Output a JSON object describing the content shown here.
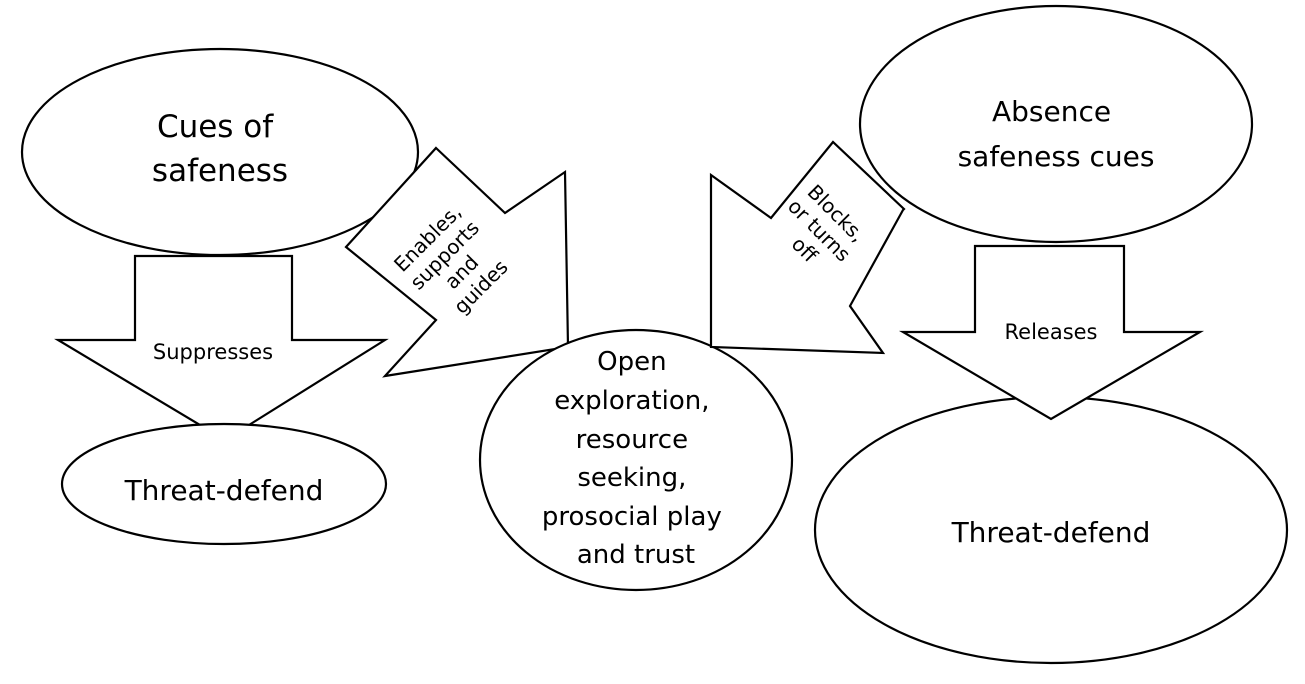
{
  "nodes": {
    "cues_of_safeness": {
      "lines": [
        "Cues of",
        "safeness"
      ]
    },
    "absence_safeness_cues": {
      "lines": [
        "Absence",
        "safeness cues"
      ]
    },
    "threat_defend_left": {
      "lines": [
        "Threat-defend"
      ]
    },
    "threat_defend_right": {
      "lines": [
        "Threat-defend"
      ]
    },
    "open_exploration": {
      "lines": [
        "Open",
        "exploration,",
        "resource",
        "seeking,",
        "prosocial play",
        "and trust"
      ]
    }
  },
  "arrows": {
    "suppresses": {
      "lines": [
        "Suppresses"
      ]
    },
    "releases": {
      "lines": [
        "Releases"
      ]
    },
    "enables": {
      "lines": [
        "Enables,",
        "supports",
        "and",
        "guides"
      ]
    },
    "blocks": {
      "lines": [
        "Blocks,",
        "or turns",
        "off"
      ]
    }
  },
  "colors": {
    "stroke": "#000000",
    "fill": "#ffffff",
    "text": "#000000"
  }
}
